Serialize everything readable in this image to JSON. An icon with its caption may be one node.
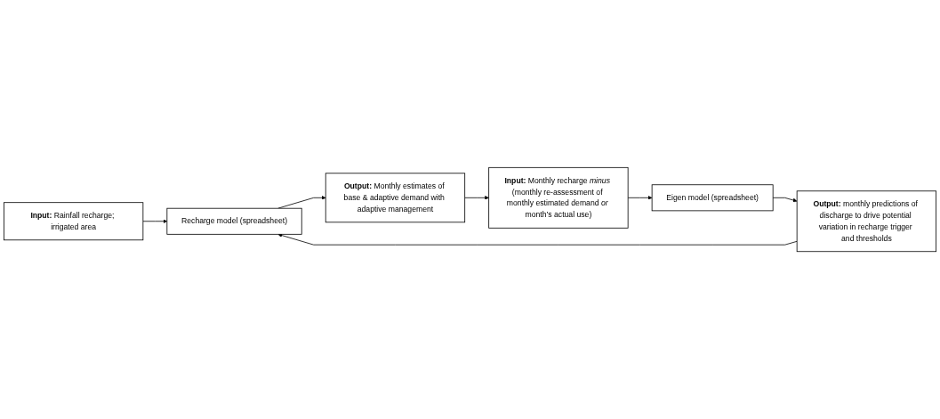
{
  "diagram": {
    "nodes": [
      {
        "text": [
          "**Input:** Rainfall recharge; irrigated area"
        ]
      },
      {
        "text": [
          "Recharge model (spreadsheet)"
        ]
      },
      {
        "text": [
          "**Output:** Monthly estimates of base & adaptive demand with adaptive management"
        ]
      },
      {
        "text": [
          "**Input:** Monthly recharge *minus* (monthly re-assessment of monthly estimated demand *or* month’s actual use)"
        ]
      },
      {
        "text": [
          "Eigen model (spreadsheet)"
        ]
      },
      {
        "text": [
          "**Output:** monthly predictions of discharge to drive potential variation in recharge trigger and thresholds"
        ]
      }
    ],
    "edges": [
      {
        "from": 0,
        "to": 1,
        "arrow": "to"
      },
      {
        "from": 1,
        "to": 2,
        "arrow": "to"
      },
      {
        "from": 2,
        "to": 3,
        "arrow": "to"
      },
      {
        "from": 3,
        "to": 4,
        "arrow": "to"
      },
      {
        "from": 4,
        "to": 5,
        "arrow": "to"
      },
      {
        "from": 5,
        "to": 1,
        "arrow": "to"
      }
    ]
  }
}
